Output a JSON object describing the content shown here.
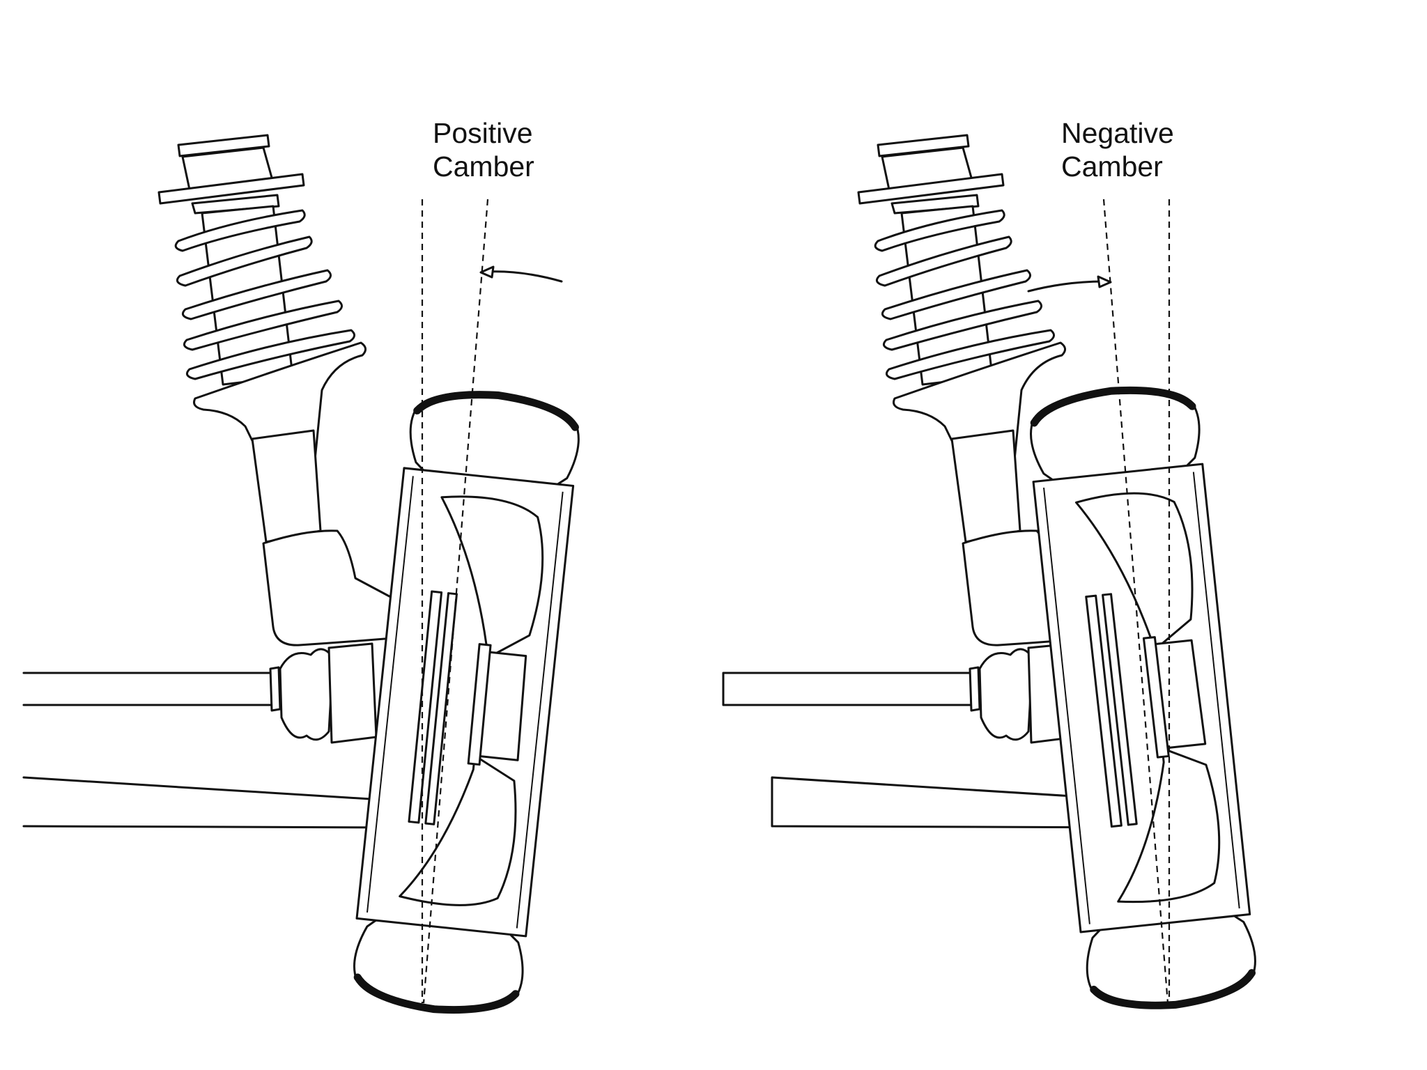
{
  "panels": [
    {
      "label_line1": "Positive",
      "label_line2": "Camber"
    },
    {
      "label_line1": "Negative",
      "label_line2": "Camber"
    }
  ],
  "colors": {
    "ink": "#111111",
    "background": "#ffffff"
  }
}
